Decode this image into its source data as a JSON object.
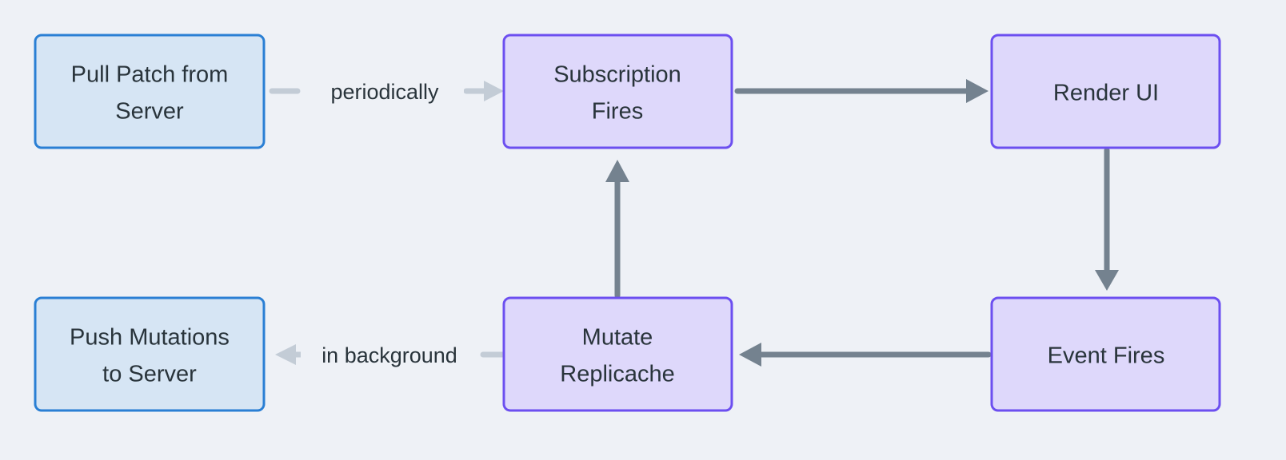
{
  "diagram": {
    "type": "flowchart",
    "title": "",
    "background_color": "#eef1f6",
    "nodes": [
      {
        "id": "pull-patch-from-server",
        "label_line1": "Pull Patch from",
        "label_line2": "Server",
        "style": "blue",
        "fill": "#d6e5f4",
        "stroke": "#2a7fd4"
      },
      {
        "id": "subscription-fires",
        "label_line1": "Subscription",
        "label_line2": "Fires",
        "style": "purple",
        "fill": "#ded8fb",
        "stroke": "#6c4ff0"
      },
      {
        "id": "render-ui",
        "label_line1": "Render UI",
        "label_line2": "",
        "style": "purple",
        "fill": "#ded8fb",
        "stroke": "#6c4ff0"
      },
      {
        "id": "push-mutations-to-server",
        "label_line1": "Push Mutations",
        "label_line2": "to Server",
        "style": "blue",
        "fill": "#d6e5f4",
        "stroke": "#2a7fd4"
      },
      {
        "id": "mutate-replicache",
        "label_line1": "Mutate",
        "label_line2": "Replicache",
        "style": "purple",
        "fill": "#ded8fb",
        "stroke": "#6c4ff0"
      },
      {
        "id": "event-fires",
        "label_line1": "Event Fires",
        "label_line2": "",
        "style": "purple",
        "fill": "#ded8fb",
        "stroke": "#6c4ff0"
      }
    ],
    "edges": [
      {
        "id": "pull-patch-to-subscription",
        "from": "pull-patch-from-server",
        "to": "subscription-fires",
        "label": "periodically",
        "color": "#c3ccd6"
      },
      {
        "id": "subscription-to-render-ui",
        "from": "subscription-fires",
        "to": "render-ui",
        "label": "",
        "color": "#74828f"
      },
      {
        "id": "render-ui-to-event-fires",
        "from": "render-ui",
        "to": "event-fires",
        "label": "",
        "color": "#74828f"
      },
      {
        "id": "event-fires-to-mutate",
        "from": "event-fires",
        "to": "mutate-replicache",
        "label": "",
        "color": "#74828f"
      },
      {
        "id": "mutate-to-push-mutations",
        "from": "mutate-replicache",
        "to": "push-mutations-to-server",
        "label": "in background",
        "color": "#c3ccd6"
      },
      {
        "id": "mutate-to-subscription",
        "from": "mutate-replicache",
        "to": "subscription-fires",
        "label": "",
        "color": "#74828f"
      }
    ]
  }
}
